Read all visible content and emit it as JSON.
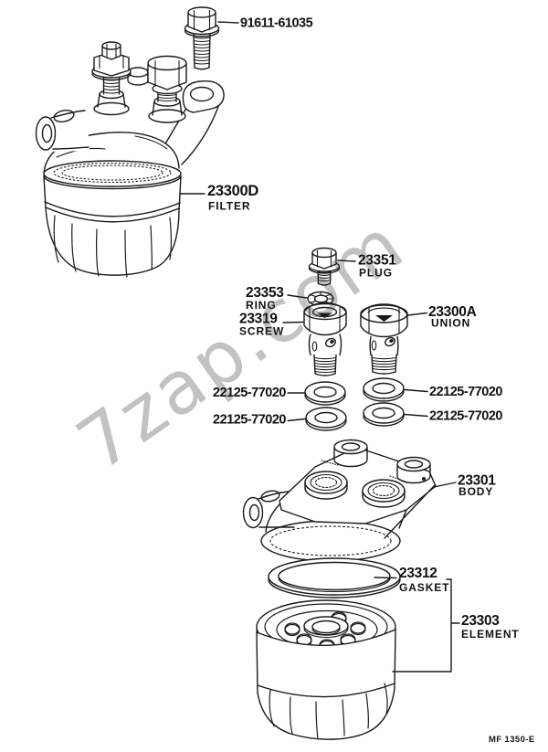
{
  "page": {
    "background": "#ffffff",
    "footer_code": "MF 1350-E"
  },
  "watermark": {
    "text": "7zap.com",
    "color": "#c2c2c2"
  },
  "colors": {
    "line": "#1a1a1a",
    "label": "#111111"
  },
  "parts": {
    "mount_bolt": {
      "number": "91611-61035"
    },
    "filter": {
      "number": "23300D",
      "name": "FILTER"
    },
    "plug": {
      "number": "23351",
      "name": "PLUG"
    },
    "ring": {
      "number": "23353",
      "name": "RING"
    },
    "screw": {
      "number": "23319",
      "name": "SCREW"
    },
    "union": {
      "number": "23300A",
      "name": "UNION"
    },
    "washers": [
      {
        "number": "22125-77020"
      },
      {
        "number": "22125-77020"
      },
      {
        "number": "22125-77020"
      },
      {
        "number": "22125-77020"
      }
    ],
    "body": {
      "number": "23301",
      "name": "BODY"
    },
    "gasket": {
      "number": "23312",
      "name": "GASKET"
    },
    "element": {
      "number": "23303",
      "name": "ELEMENT"
    }
  }
}
